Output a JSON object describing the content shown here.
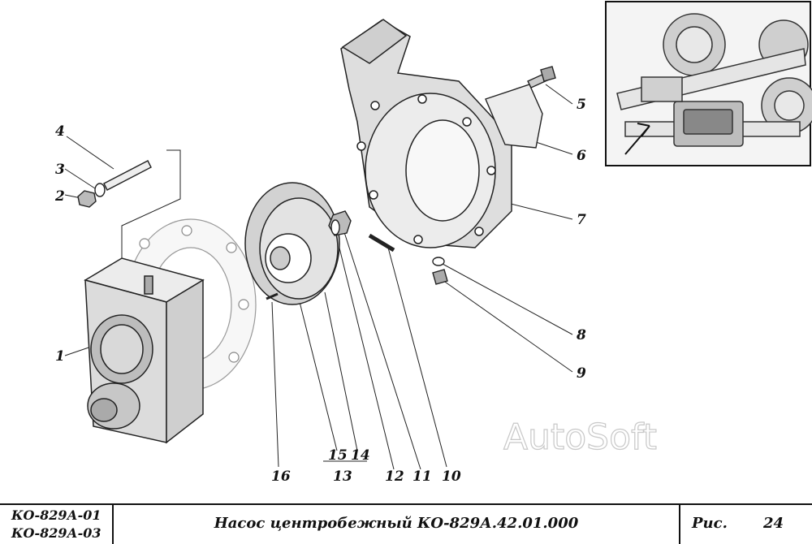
{
  "callouts": [
    "1",
    "2",
    "3",
    "4",
    "5",
    "6",
    "7",
    "8",
    "9",
    "10",
    "11",
    "12",
    "13",
    "14",
    "15",
    "16"
  ],
  "watermark": "AutoSoft",
  "title_block": {
    "model_1": "КО-829А-01",
    "model_2": "КО-829А-03",
    "title": "Насос центробежный КО-829А.42.01.000",
    "fig_label": "Рис.",
    "fig_number": "24"
  }
}
